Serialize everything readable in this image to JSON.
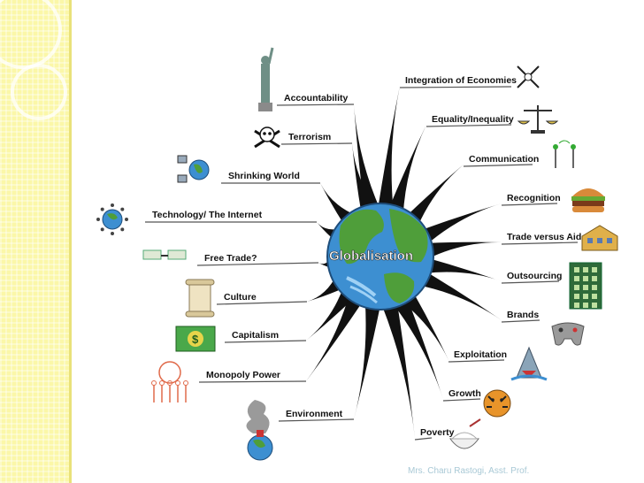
{
  "center": {
    "label": "Globalisation"
  },
  "left_branches": [
    {
      "id": "accountability",
      "label": "Accountability",
      "icon": "statue-of-liberty-icon"
    },
    {
      "id": "terrorism",
      "label": "Terrorism",
      "icon": "skull-crossbones-icon"
    },
    {
      "id": "shrinking-world",
      "label": "Shrinking World",
      "icon": "networked-computers-icon"
    },
    {
      "id": "technology-internet",
      "label": "Technology/ The Internet",
      "icon": "globe-network-icon"
    },
    {
      "id": "free-trade",
      "label": "Free Trade?",
      "icon": "dollar-bills-icon"
    },
    {
      "id": "culture",
      "label": "Culture",
      "icon": "scroll-icon"
    },
    {
      "id": "capitalism",
      "label": "Capitalism",
      "icon": "dollar-banknote-icon"
    },
    {
      "id": "monopoly-power",
      "label": "Monopoly Power",
      "icon": "people-holding-globe-icon"
    },
    {
      "id": "environment",
      "label": "Environment",
      "icon": "polluted-earth-icon"
    }
  ],
  "right_branches": [
    {
      "id": "integration-economies",
      "label": "Integration of Economies",
      "icon": "crossed-arrows-icon"
    },
    {
      "id": "equality",
      "label": "Equality/Inequality",
      "icon": "scales-icon"
    },
    {
      "id": "communication",
      "label": "Communication",
      "icon": "antennas-icon"
    },
    {
      "id": "recognition",
      "label": "Recognition",
      "icon": "hamburger-icon"
    },
    {
      "id": "trade-aid",
      "label": "Trade versus Aid",
      "icon": "building-icon"
    },
    {
      "id": "outsourcing",
      "label": "Outsourcing",
      "icon": "circuit-board-icon"
    },
    {
      "id": "brands",
      "label": "Brands",
      "icon": "game-controller-icon"
    },
    {
      "id": "exploitation",
      "label": "Exploitation",
      "icon": "shark-icon"
    },
    {
      "id": "growth",
      "label": "Growth",
      "icon": "tiger-icon"
    },
    {
      "id": "poverty",
      "label": "Poverty",
      "icon": "rice-bowl-icon"
    }
  ],
  "footer": "Mrs. Charu Rastogi, Asst. Prof.",
  "colors": {
    "sidebar": "#fbf7a8",
    "ocean": "#3d8fd1",
    "land": "#4f9e3a",
    "spike": "#111111",
    "footer_text": "#a9c9d6"
  }
}
